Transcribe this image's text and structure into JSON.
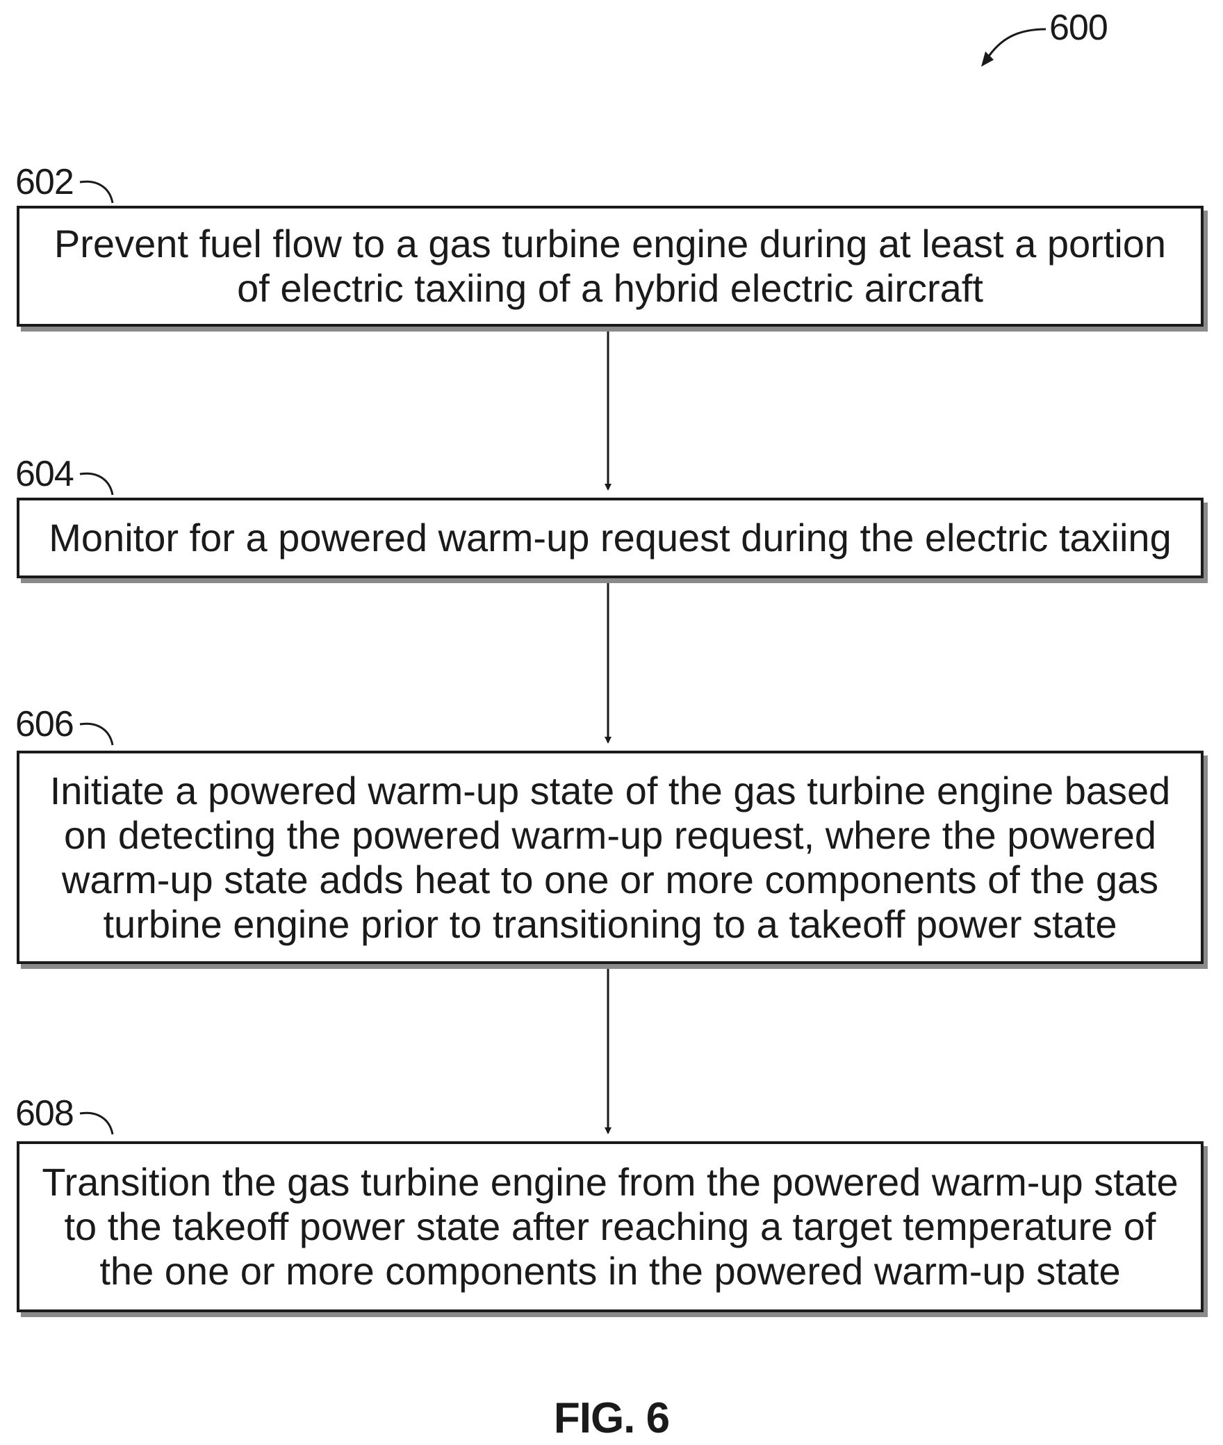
{
  "figure": {
    "reference_number": "600",
    "caption": "FIG. 6"
  },
  "steps": [
    {
      "id": "602",
      "text": "Prevent fuel flow to a gas turbine engine during at least a portion of electric taxiing of a hybrid electric aircraft"
    },
    {
      "id": "604",
      "text": "Monitor for a powered warm-up request during the electric taxiing"
    },
    {
      "id": "606",
      "text": "Initiate a powered warm-up state of the gas turbine engine based on detecting the powered warm-up request, where the powered warm-up state adds heat to one or more components of the gas turbine engine prior to transitioning to a takeoff power state"
    },
    {
      "id": "608",
      "text": "Transition the gas turbine engine from the powered warm-up state to the takeoff power state after reaching a target temperature of the one or more components in the powered warm-up state"
    }
  ],
  "colors": {
    "ink": "#1a1a1a",
    "shadow": "#8a8a8a",
    "background": "#ffffff"
  }
}
